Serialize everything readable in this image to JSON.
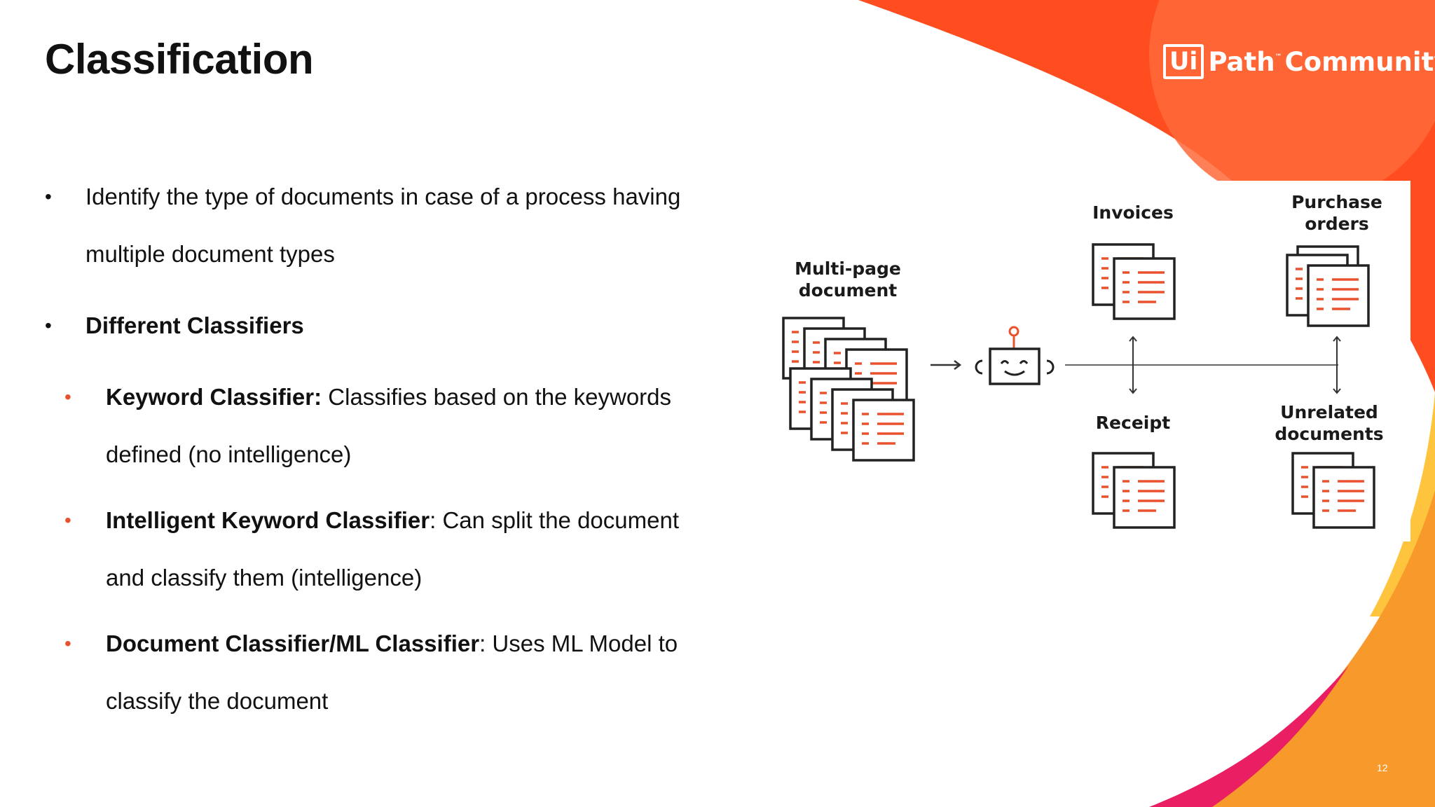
{
  "slide": {
    "title": "Classification",
    "page_number": "12",
    "brand": {
      "logo_box_text": "Ui",
      "logo_name": "Path",
      "logo_tm": "™",
      "logo_suffix": "Community",
      "primary_color": "#ff4d1f",
      "secondary_color": "#f79a2b",
      "accent_color": "#e8522e"
    }
  },
  "bullets": [
    {
      "bold": "",
      "text": "Identify the type of documents in case of a process having multiple document types"
    },
    {
      "bold": "Different Classifiers",
      "text": ""
    }
  ],
  "sub_bullets": [
    {
      "bold": "Keyword Classifier:",
      "text": " Classifies based on the keywords defined (no intelligence)"
    },
    {
      "bold": "Intelligent Keyword Classifier",
      "text": ": Can split the document and classify them (intelligence)"
    },
    {
      "bold": "Document Classifier/ML Classifier",
      "text": ": Uses ML Model to classify the document"
    }
  ],
  "diagram": {
    "source_label": [
      "Multi-page",
      "document"
    ],
    "robot_icon": "robot-icon",
    "outputs": [
      {
        "lines": [
          "Invoices"
        ]
      },
      {
        "lines": [
          "Purchase",
          "orders"
        ]
      },
      {
        "lines": [
          "Receipt"
        ]
      },
      {
        "lines": [
          "Unrelated",
          "documents"
        ]
      }
    ]
  }
}
